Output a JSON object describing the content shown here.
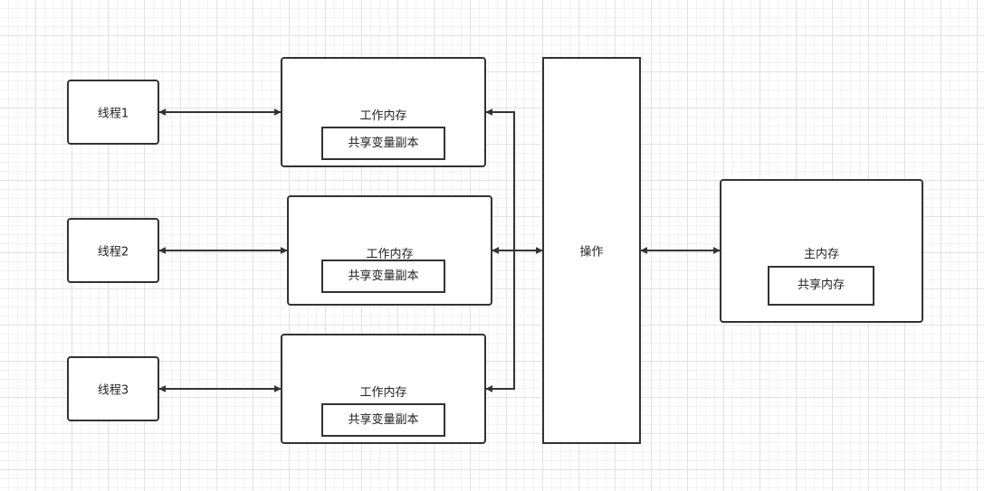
{
  "threads": [
    {
      "label": "线程1"
    },
    {
      "label": "线程2"
    },
    {
      "label": "线程3"
    }
  ],
  "working_memories": [
    {
      "title": "工作内存",
      "copy_label": "共享变量副本"
    },
    {
      "title": "工作内存",
      "copy_label": "共享变量副本"
    },
    {
      "title": "工作内存",
      "copy_label": "共享变量副本"
    }
  ],
  "operation": {
    "label": "操作"
  },
  "main_memory": {
    "title": "主内存",
    "shared_label": "共享内存"
  },
  "colors": {
    "stroke": "#333333",
    "background": "#ffffff",
    "grid": "#e2e2e2"
  }
}
